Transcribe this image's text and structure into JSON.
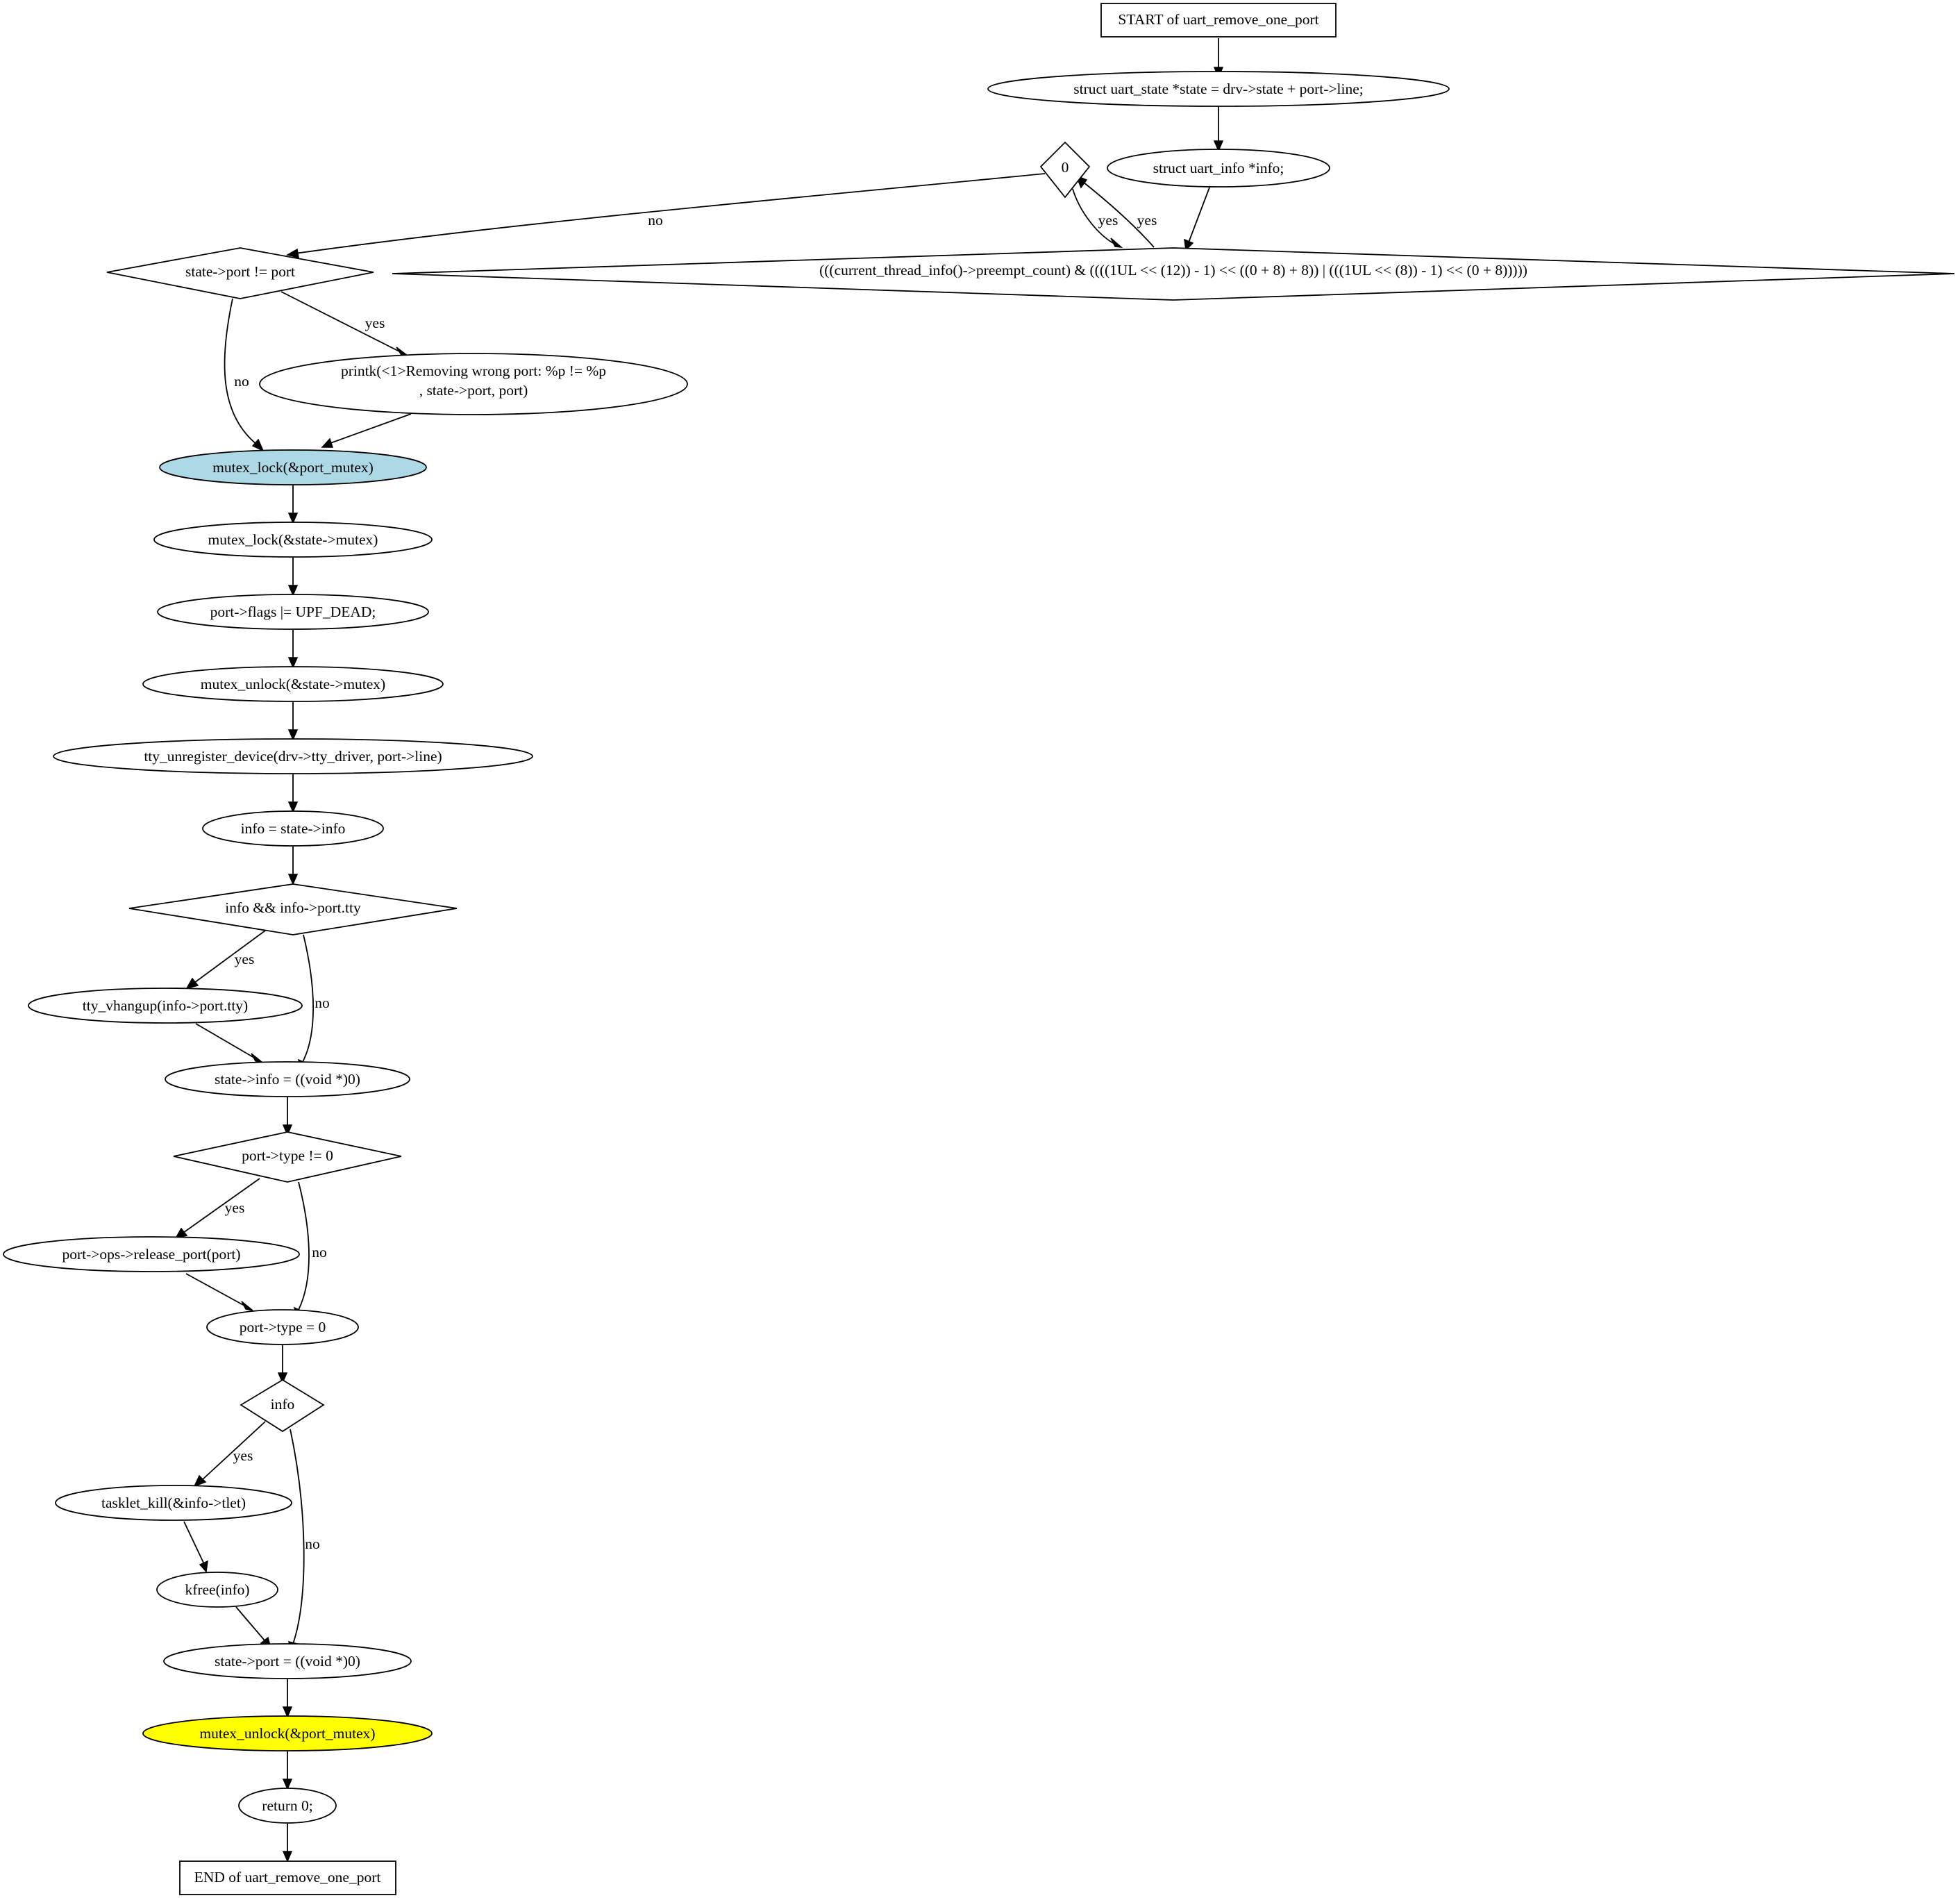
{
  "nodes": {
    "start": "START of uart_remove_one_port",
    "decl_state": "struct uart_state *state = drv->state + port->line;",
    "decl_info": "struct uart_info *info;",
    "cond_zero": "0",
    "cond_preempt": "(((current_thread_info()->preempt_count) & ((((1UL << (12)) - 1) << ((0 + 8) + 8)) | (((1UL << (8)) - 1) << (0 + 8)))))",
    "cond_port": "state->port != port",
    "printk_line1": "printk(<1>Removing wrong port: %p != %p",
    "printk_line2": ", state->port, port)",
    "lock_port_mutex": "mutex_lock(&port_mutex)",
    "lock_state_mutex": "mutex_lock(&state->mutex)",
    "set_flags": "port->flags |= UPF_DEAD;",
    "unlock_state_mutex": "mutex_unlock(&state->mutex)",
    "tty_unregister": "tty_unregister_device(drv->tty_driver, port->line)",
    "info_assign": "info = state->info",
    "cond_info_tty": "info && info->port.tty",
    "tty_vhangup": "tty_vhangup(info->port.tty)",
    "state_info_null": "state->info = ((void *)0)",
    "cond_port_type": "port->type != 0",
    "release_port": "port->ops->release_port(port)",
    "port_type_zero": "port->type = 0",
    "cond_info": "info",
    "tasklet_kill": "tasklet_kill(&info->tlet)",
    "kfree": "kfree(info)",
    "state_port_null": "state->port = ((void *)0)",
    "unlock_port_mutex": "mutex_unlock(&port_mutex)",
    "return_zero": "return 0;",
    "end": "END of uart_remove_one_port"
  },
  "edge_labels": {
    "yes": "yes",
    "no": "no"
  },
  "colors": {
    "lock_fill": "#add8e6",
    "unlock_fill": "#ffff00",
    "default_fill": "#ffffff",
    "stroke": "#000000"
  }
}
